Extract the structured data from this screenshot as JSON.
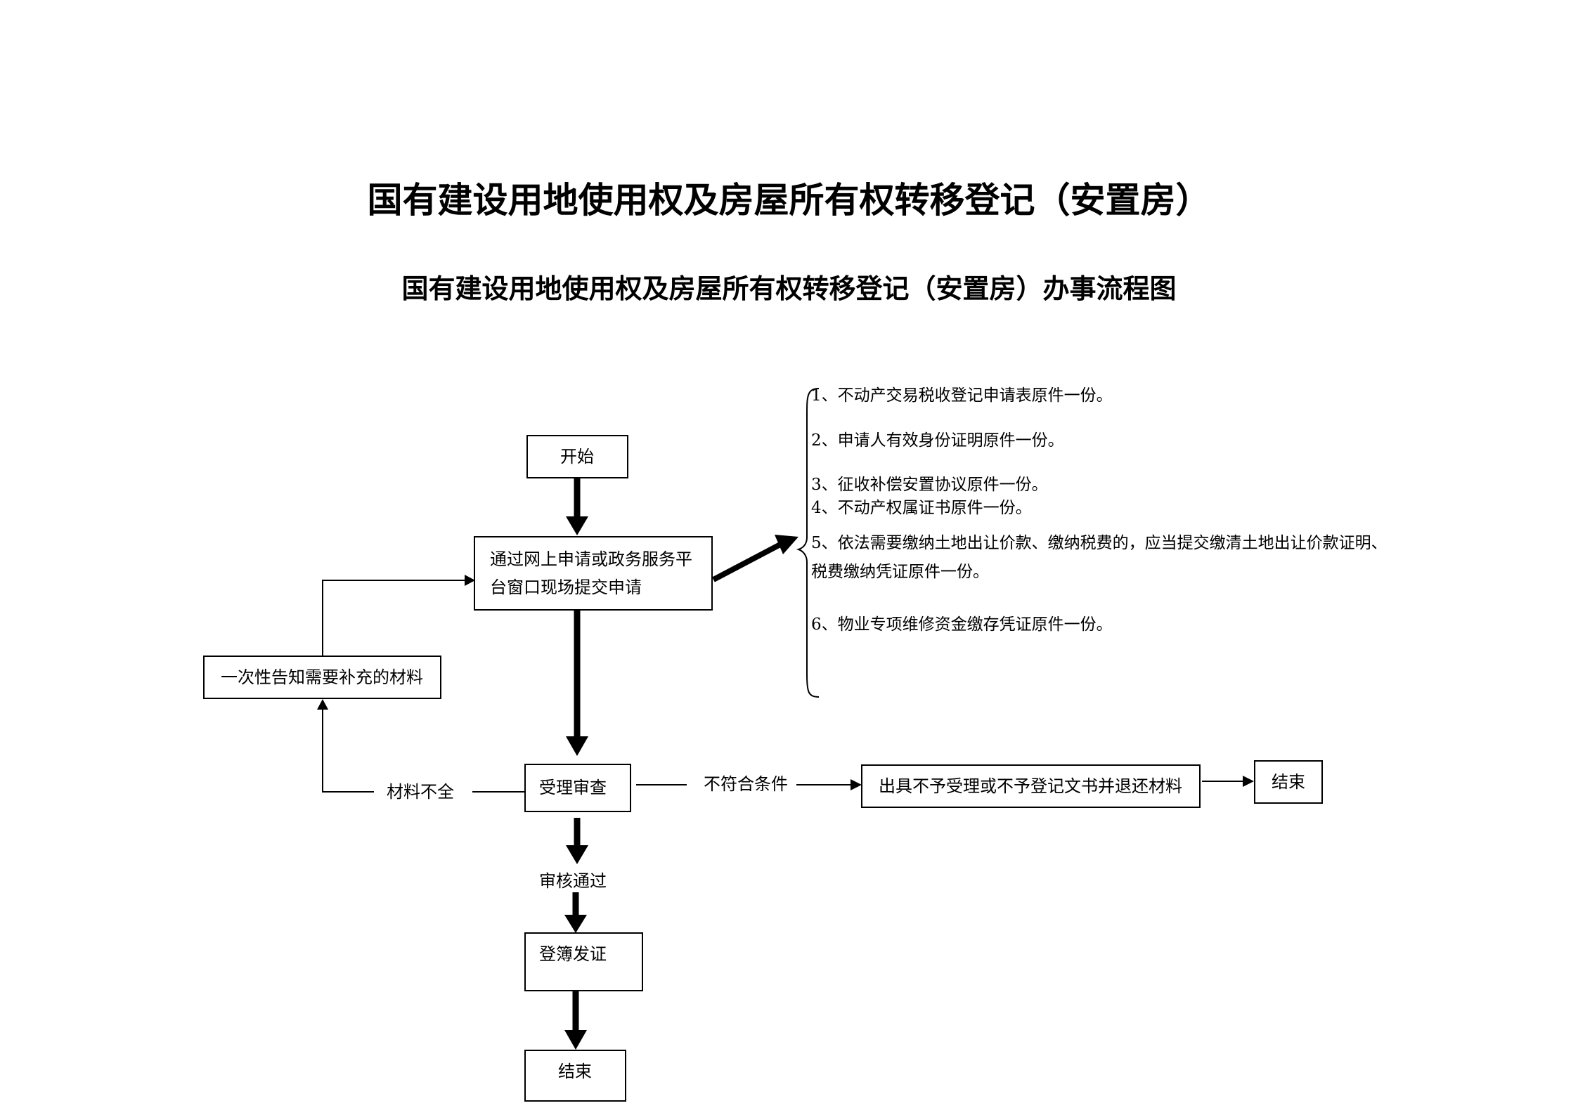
{
  "title": "国有建设用地使用权及房屋所有权转移登记（安置房）",
  "subtitle": "国有建设用地使用权及房屋所有权转移登记（安置房）办事流程图",
  "nodes": {
    "start": "开始",
    "submit_line1": "通过网上申请或政务服务平",
    "submit_line2": "台窗口现场提交申请",
    "notify": "一次性告知需要补充的材料",
    "review": "受理审查",
    "reject_doc": "出具不予受理或不予登记文书并退还材料",
    "end_reject": "结束",
    "register": "登簿发证",
    "end": "结束"
  },
  "edge_labels": {
    "incomplete": "材料不全",
    "not_qualified": "不符合条件",
    "approved": "审核通过"
  },
  "requirements": [
    "1、不动产交易税收登记申请表原件一份。",
    "2、申请人有效身份证明原件一份。",
    "3、征收补偿安置协议原件一份。",
    "4、不动产权属证书原件一份。",
    "5、依法需要缴纳土地出让价款、缴纳税费的，应当提交缴清土地出让价款证明、",
    "税费缴纳凭证原件一份。",
    "6、物业专项维修资金缴存凭证原件一份。"
  ]
}
